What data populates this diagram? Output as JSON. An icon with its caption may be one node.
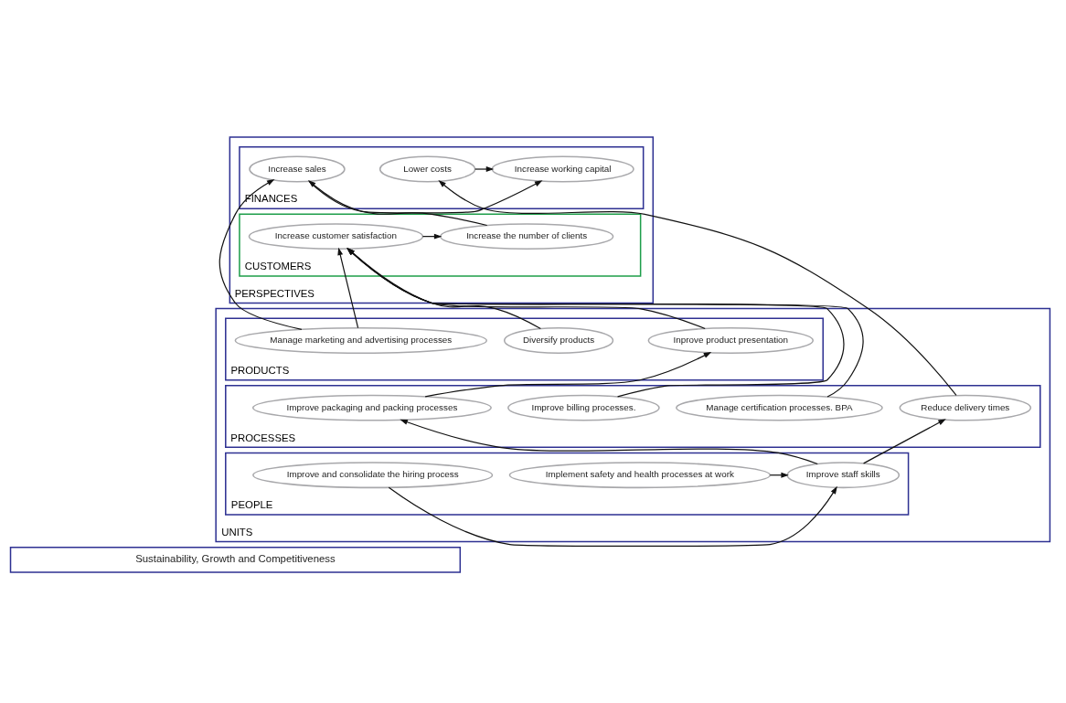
{
  "diagram": {
    "nodes": [
      {
        "text": [
          "PERSPECTIVES"
        ]
      },
      {
        "text": [
          "FINANCES"
        ],
        "in": 0
      },
      {
        "text": [
          "Lower costs"
        ],
        "in": 1
      },
      {
        "text": [
          "Increase sales"
        ],
        "in": 1
      },
      {
        "text": [
          "Increase working capital"
        ],
        "in": 1
      },
      {
        "text": [
          "CUSTOMERS"
        ],
        "in": 0
      },
      {
        "text": [
          "Increase the number of clients"
        ],
        "in": 5
      },
      {
        "text": [
          "Increase customer satisfaction"
        ],
        "in": 5
      },
      {
        "text": [
          "UNITS"
        ]
      },
      {
        "text": [
          "PRODUCTS"
        ],
        "in": 8
      },
      {
        "text": [
          "Inprove product presentation"
        ],
        "in": 9
      },
      {
        "text": [
          "Diversify products"
        ],
        "in": 9
      },
      {
        "text": [
          "Manage marketing and advertising processes"
        ],
        "in": 9
      },
      {
        "text": [
          "PROCESSES"
        ],
        "in": 8
      },
      {
        "text": [
          "Reduce delivery times"
        ],
        "in": 13
      },
      {
        "text": [
          "Improve packaging and packing processes"
        ],
        "in": 13
      },
      {
        "text": [
          "Improve billing processes."
        ],
        "in": 13
      },
      {
        "text": [
          "Manage certification processes. BPA"
        ],
        "in": 13
      },
      {
        "text": [
          "PEOPLE"
        ],
        "in": 8
      },
      {
        "text": [
          "Improve staff skills"
        ],
        "in": 18
      },
      {
        "text": [
          "Implement safety and health processes at work"
        ],
        "in": 18
      },
      {
        "text": [
          "Improve and consolidate the hiring process"
        ],
        "in": 18
      },
      {
        "text": [
          "Sustainability, Growth and Competitiveness"
        ]
      }
    ],
    "edges": [
      {
        "from": 2,
        "to": 4,
        "arrow": "to"
      },
      {
        "from": 3,
        "to": 4,
        "arrow": "to"
      },
      {
        "from": 6,
        "to": 3,
        "arrow": "to"
      },
      {
        "from": 7,
        "to": 6,
        "arrow": "to"
      },
      {
        "from": 10,
        "to": 7,
        "arrow": "to"
      },
      {
        "from": 11,
        "to": 7,
        "arrow": "to"
      },
      {
        "from": 16,
        "to": 7,
        "arrow": "to"
      },
      {
        "from": 12,
        "to": 7,
        "arrow": "to"
      },
      {
        "from": 12,
        "to": 3,
        "arrow": "to"
      },
      {
        "from": 17,
        "to": 7,
        "arrow": "to"
      },
      {
        "from": 15,
        "to": 10,
        "arrow": "to"
      },
      {
        "from": 14,
        "to": 2,
        "arrow": "to"
      },
      {
        "from": 19,
        "to": 14,
        "arrow": "to"
      },
      {
        "from": 19,
        "to": 15,
        "arrow": "to"
      },
      {
        "from": 20,
        "to": 19,
        "arrow": "to"
      },
      {
        "from": 21,
        "to": 19,
        "arrow": "to"
      }
    ]
  }
}
